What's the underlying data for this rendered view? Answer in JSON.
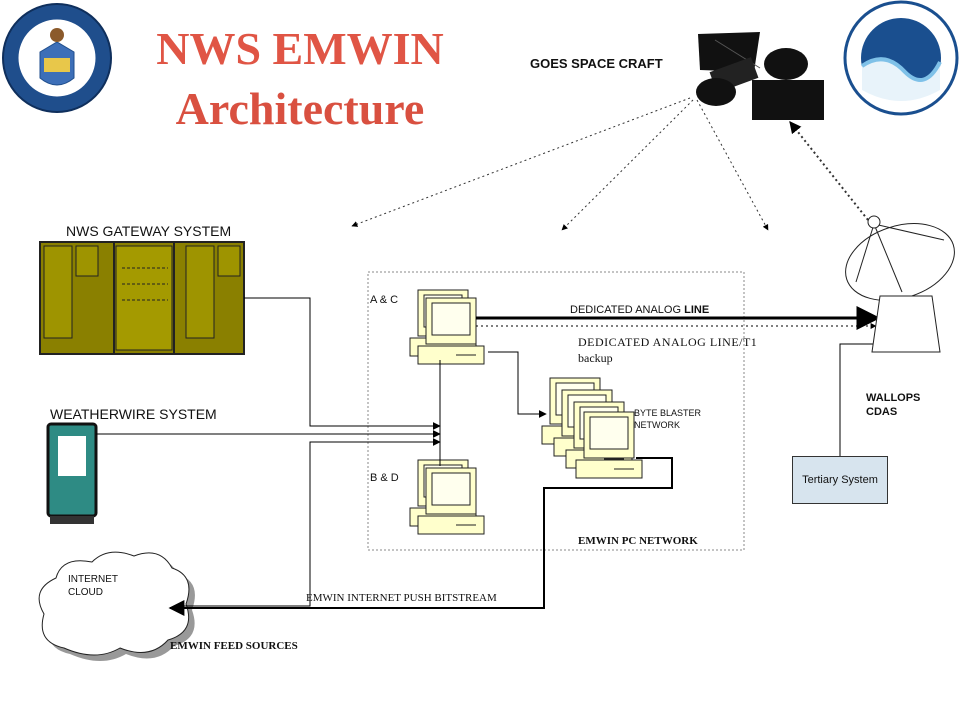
{
  "title": {
    "line1": "NWS EMWIN",
    "line2": "Architecture"
  },
  "labels": {
    "goes": "GOES SPACE CRAFT",
    "nws_gateway": "NWS GATEWAY SYSTEM",
    "weatherwire": "WEATHERWIRE SYSTEM",
    "internet_cloud_1": "INTERNET",
    "internet_cloud_2": "CLOUD",
    "a_c": "A & C",
    "b_d": "B & D",
    "dedicated_line_1": "DEDICATED ANALOG ",
    "dedicated_line_2": "LINE",
    "backup_line_1": "DEDICATED ANALOG LINE/T1",
    "backup_line_2": "backup",
    "byte_blaster_1": "BYTE BLASTER",
    "byte_blaster_2": "NETWORK",
    "emwin_pc_network": "EMWIN PC NETWORK",
    "internet_push": "EMWIN INTERNET PUSH BITSTREAM",
    "feed_sources": "EMWIN FEED SOURCES",
    "wallops_1": "WALLOPS",
    "wallops_2": "CDAS",
    "tertiary": "Tertiary System"
  },
  "colors": {
    "title": "#e05545",
    "gateway_olive": "#8a8000",
    "weatherwire_teal": "#2e8b84",
    "pc_cream": "#ffffcc",
    "tertiary_fill": "#d7e4ee",
    "noaa_blue": "#1a4f8f",
    "commerce_blue": "#1f4e8c"
  },
  "logos": {
    "commerce_seal": "department-of-commerce-seal",
    "noaa_seal": "noaa-seal"
  }
}
